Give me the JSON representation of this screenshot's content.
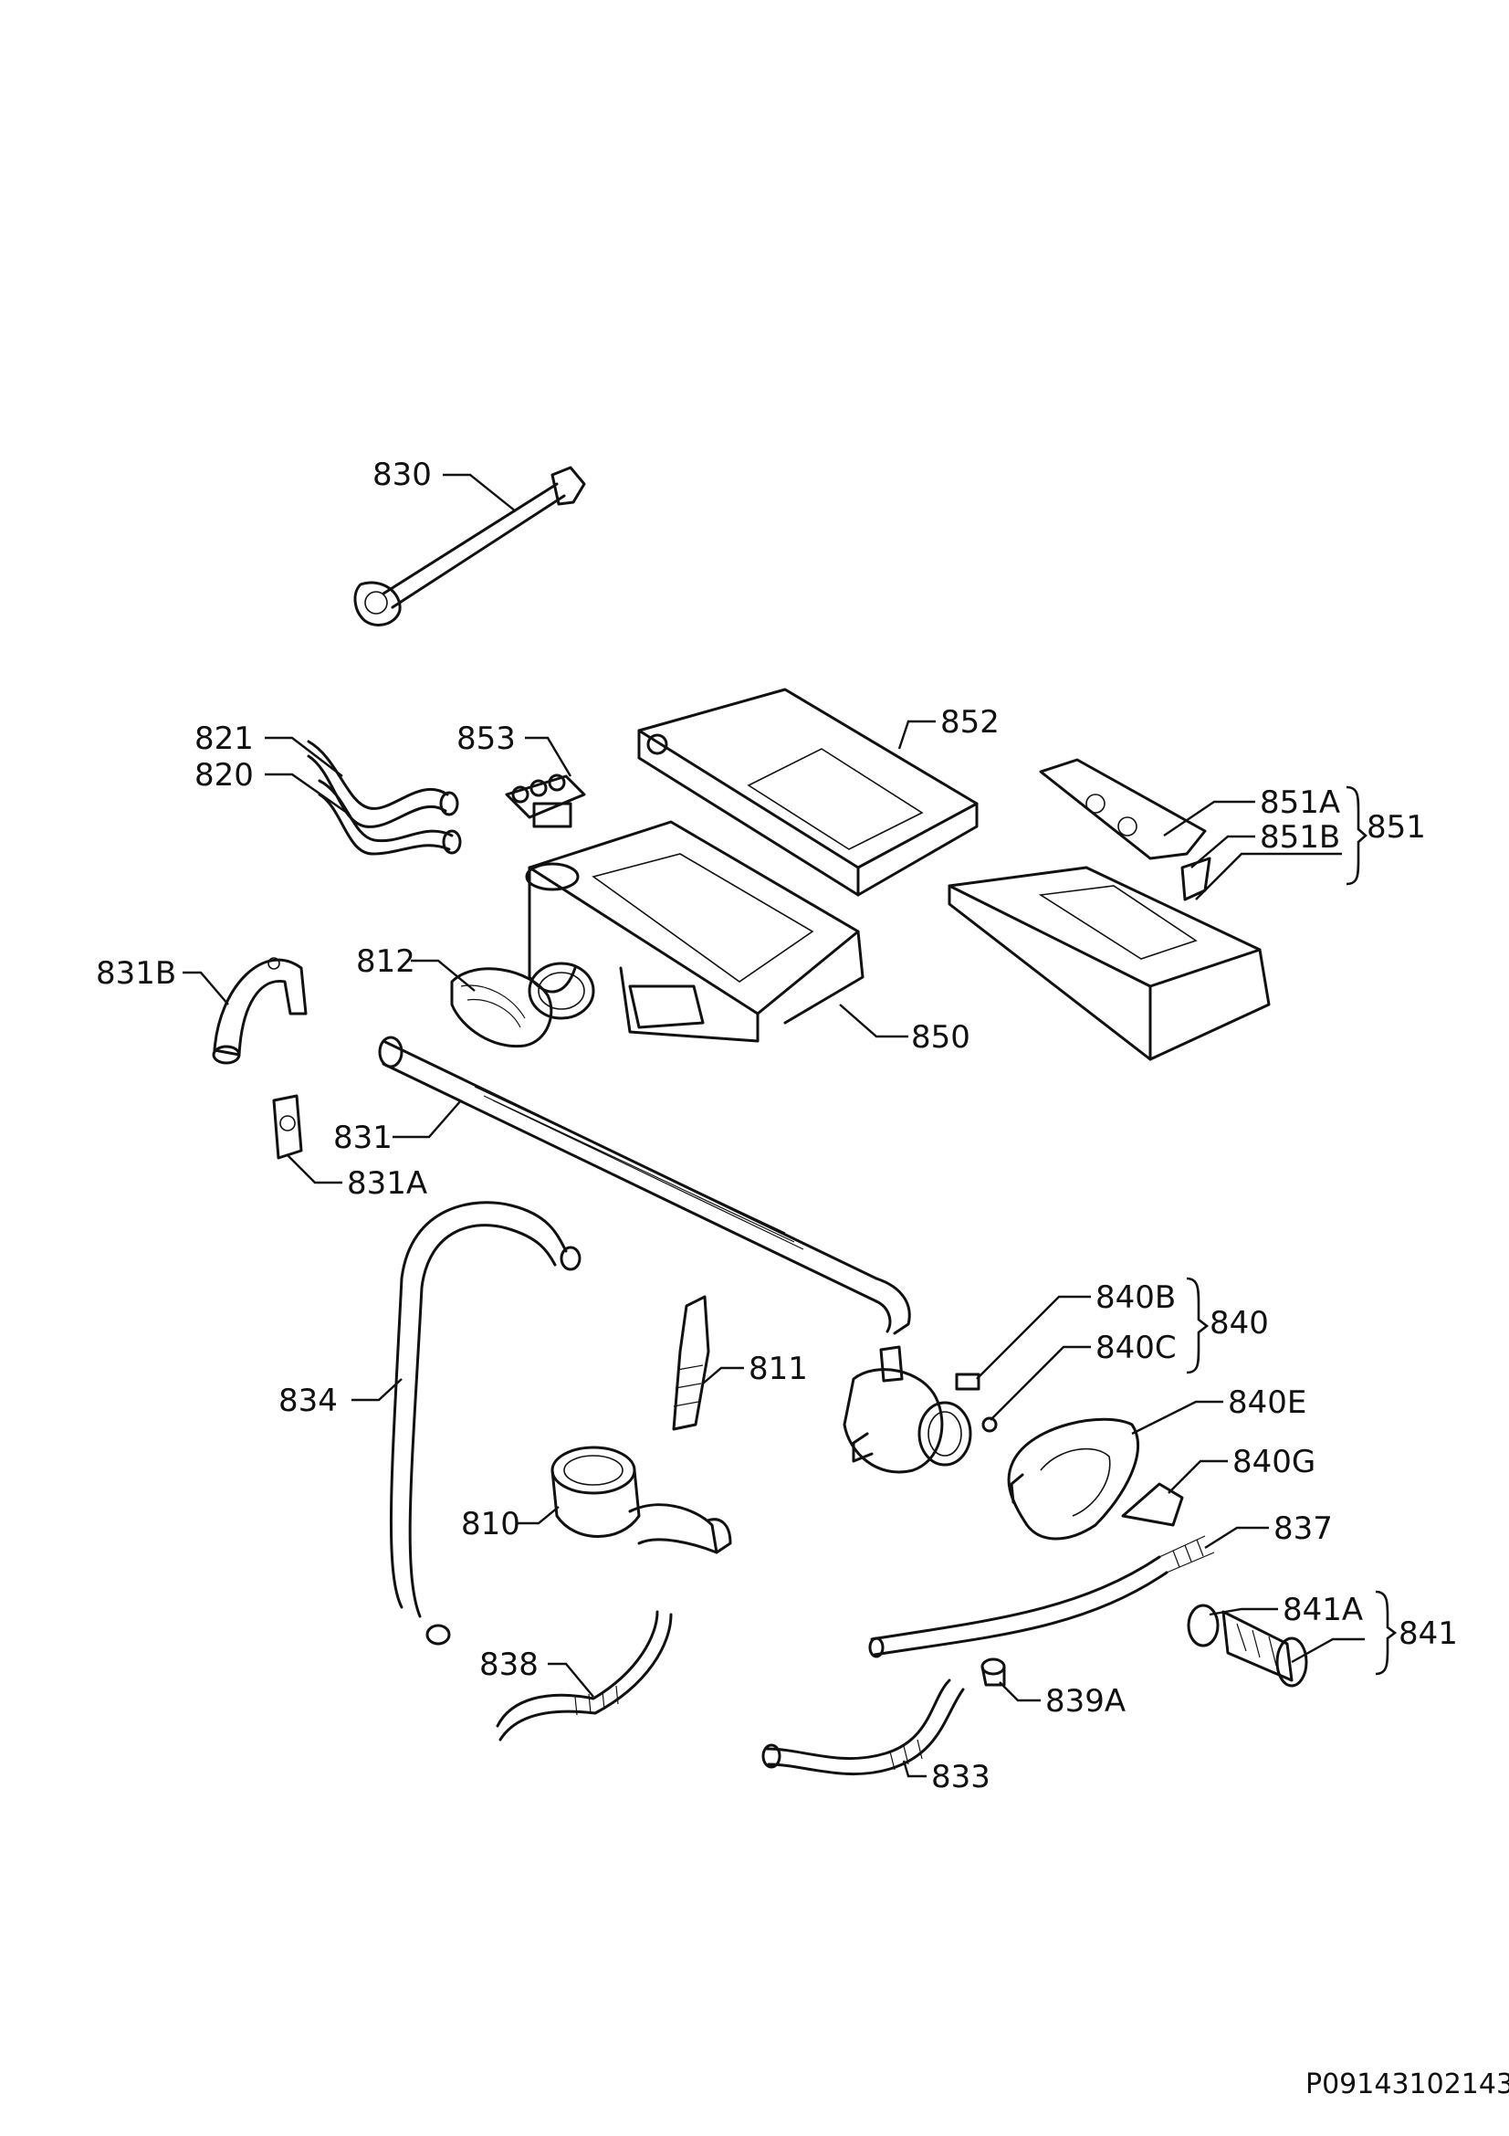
{
  "diagram": {
    "drawing_code": "P09143102143",
    "parts": [
      {
        "id": "830",
        "label": "830"
      },
      {
        "id": "821",
        "label": "821"
      },
      {
        "id": "820",
        "label": "820"
      },
      {
        "id": "853",
        "label": "853"
      },
      {
        "id": "852",
        "label": "852"
      },
      {
        "id": "851",
        "label": "851"
      },
      {
        "id": "851A",
        "label": "851A"
      },
      {
        "id": "851B",
        "label": "851B"
      },
      {
        "id": "831B",
        "label": "831B"
      },
      {
        "id": "812",
        "label": "812"
      },
      {
        "id": "850",
        "label": "850"
      },
      {
        "id": "831",
        "label": "831"
      },
      {
        "id": "831A",
        "label": "831A"
      },
      {
        "id": "840",
        "label": "840"
      },
      {
        "id": "840B",
        "label": "840B"
      },
      {
        "id": "840C",
        "label": "840C"
      },
      {
        "id": "811",
        "label": "811"
      },
      {
        "id": "834",
        "label": "834"
      },
      {
        "id": "840E",
        "label": "840E"
      },
      {
        "id": "840G",
        "label": "840G"
      },
      {
        "id": "810",
        "label": "810"
      },
      {
        "id": "837",
        "label": "837"
      },
      {
        "id": "841",
        "label": "841"
      },
      {
        "id": "841A",
        "label": "841A"
      },
      {
        "id": "838",
        "label": "838"
      },
      {
        "id": "839A",
        "label": "839A"
      },
      {
        "id": "833",
        "label": "833"
      }
    ]
  }
}
